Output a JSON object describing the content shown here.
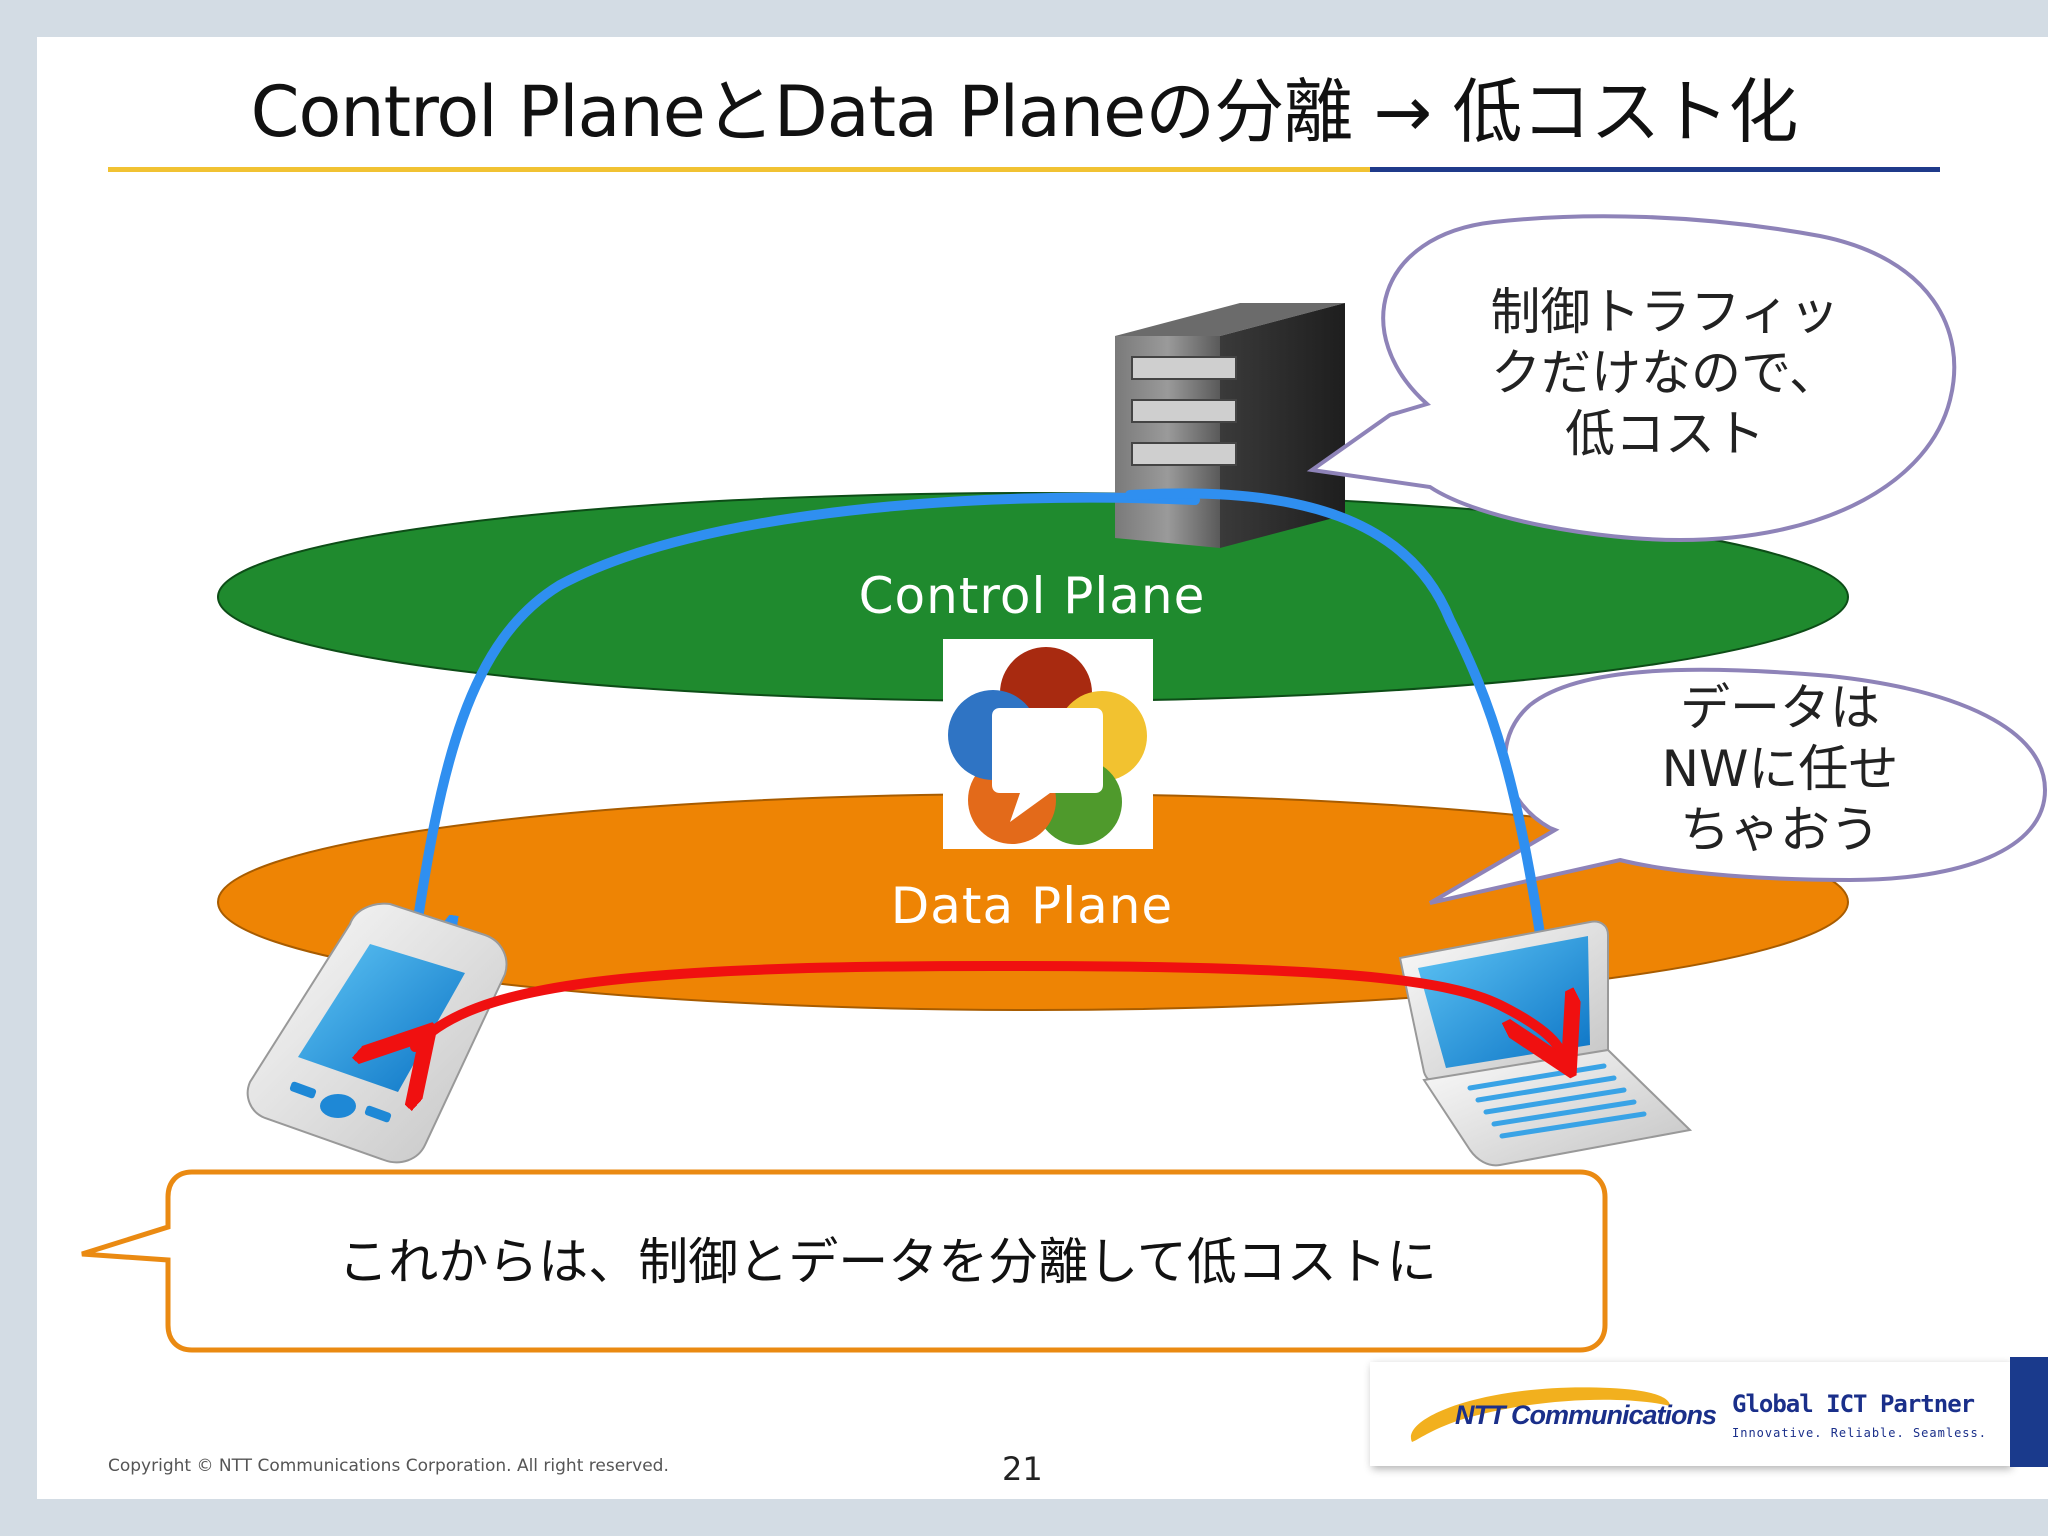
{
  "slide": {
    "title": "Control PlaneとData Planeの分離 → 低コスト化",
    "planes": {
      "control": "Control Plane",
      "data": "Data Plane"
    },
    "bubbles": {
      "control_traffic": "制御トラフィッ\nクだけなので、\n低コスト",
      "data_network": "データは\nNWに任せ\nちゃおう"
    },
    "callout": "これからは、制御とデータを分離して低コストに",
    "footer": {
      "copyright": "Copyright © NTT Communications Corporation. All right reserved.",
      "page_number": "21"
    },
    "logo": {
      "company": "NTT Communications",
      "tagline": "Global ICT Partner",
      "subtagline": "Innovative. Reliable. Seamless."
    },
    "icons": [
      "server-icon",
      "webrtc-logo-icon",
      "smartphone-icon",
      "laptop-icon"
    ],
    "colors": {
      "control_plane": "#1f8a2e",
      "data_plane": "#ee8404",
      "control_arrow": "#2f8ff0",
      "data_arrow": "#f01010",
      "bubble_border": "#8e83b8",
      "callout_border": "#ea8a12",
      "title_line_yellow": "#f1c232",
      "title_line_navy": "#1f3a8a"
    }
  }
}
